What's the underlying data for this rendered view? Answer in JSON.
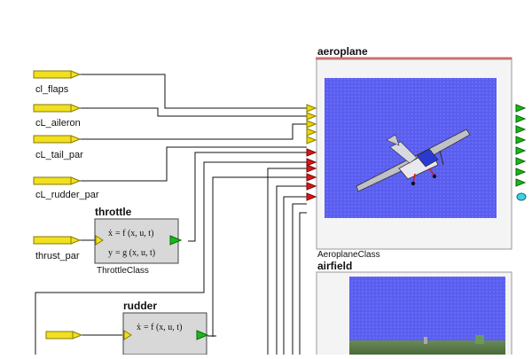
{
  "inputs": [
    {
      "label": "cl_flaps"
    },
    {
      "label": "cL_aileron"
    },
    {
      "label": "cL_tail_par"
    },
    {
      "label": "cL_rudder_par"
    },
    {
      "label": "thrust_par"
    }
  ],
  "throttle": {
    "title": "throttle",
    "class_label": "ThrottleClass",
    "eq1_lhs": "ẋ",
    "eq1_rhs": "= f (x, u, t)",
    "eq2_lhs": "y",
    "eq2_rhs": "= g (x, u, t)"
  },
  "rudder": {
    "title": "rudder",
    "eq1_lhs": "ẋ",
    "eq1_rhs": "= f (x, u, t)"
  },
  "aeroplane": {
    "title": "aeroplane",
    "class_label": "AeroplaneClass"
  },
  "airfield": {
    "title": "airfield"
  },
  "colors": {
    "connector_yellow": "#f0e020",
    "port_yellow": "#e8d800",
    "port_red": "#d81818",
    "port_green": "#18b818",
    "port_cyan": "#40d0e0",
    "sky_blue": "#5a5ef0",
    "border_red": "#e06060"
  }
}
